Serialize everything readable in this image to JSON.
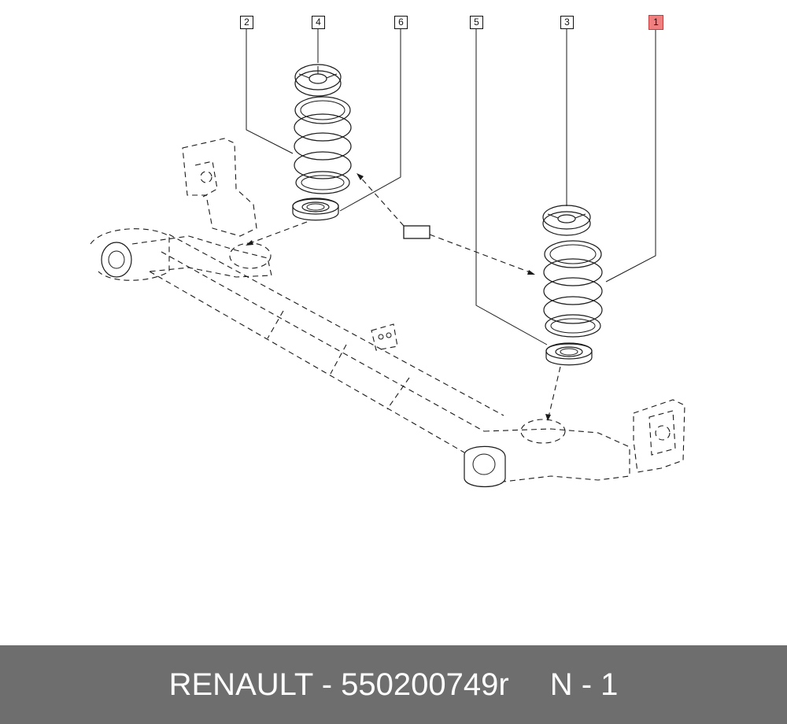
{
  "callouts": [
    {
      "id": "2",
      "highlight": false
    },
    {
      "id": "4",
      "highlight": false
    },
    {
      "id": "6",
      "highlight": false
    },
    {
      "id": "5",
      "highlight": false
    },
    {
      "id": "3",
      "highlight": false
    },
    {
      "id": "1",
      "highlight": true
    }
  ],
  "footer": {
    "brand_part": "RENAULT - 550200749r",
    "quantity": "N - 1"
  },
  "colors": {
    "footer_bg": "#6e6e6e",
    "highlight": "#f08080"
  }
}
